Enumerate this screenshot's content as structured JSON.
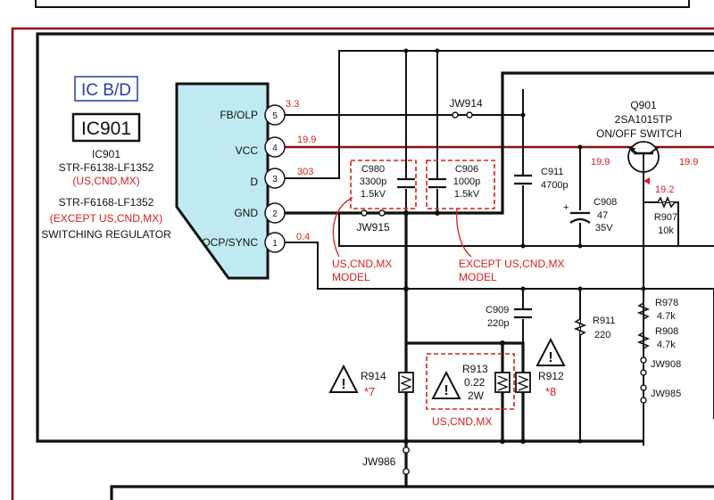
{
  "colors": {
    "accent_red": "#d42020",
    "ic_fill": "#bfeaf2",
    "frame_red": "#8a1010",
    "wire": "#111111"
  },
  "ic": {
    "board_label": "IC B/D",
    "ref": "IC901",
    "part_title": "IC901",
    "part1": "STR-F6138-LF1352",
    "part1_note": "(US,CND,MX)",
    "part2": "STR-F6168-LF1352",
    "part2_note": "(EXCEPT US,CND,MX)",
    "function": "SWITCHING REGULATOR",
    "pins": [
      {
        "num": "5",
        "name": "FB/OLP",
        "voltage": "3.3"
      },
      {
        "num": "4",
        "name": "VCC",
        "voltage": "19.9"
      },
      {
        "num": "3",
        "name": "D",
        "voltage": "303"
      },
      {
        "num": "2",
        "name": "GND",
        "voltage": ""
      },
      {
        "num": "1",
        "name": "OCP/SYNC",
        "voltage": "0.4"
      }
    ]
  },
  "components": {
    "c980": {
      "ref": "C980",
      "value": "3300p",
      "rating": "1.5kV"
    },
    "c906": {
      "ref": "C906",
      "value": "1000p",
      "rating": "1.5kV"
    },
    "c911": {
      "ref": "C911",
      "value": "4700p"
    },
    "c908": {
      "ref": "C908",
      "value": "47",
      "rating": "35V"
    },
    "q901": {
      "ref": "Q901",
      "part": "2SA1015TP",
      "function": "ON/OFF SWITCH",
      "v_left": "19.9",
      "v_right": "19.9",
      "v_base": "19.2"
    },
    "r907": {
      "ref": "R907",
      "value": "10k"
    },
    "r978": {
      "ref": "R978",
      "value": "4.7k"
    },
    "r908": {
      "ref": "R908",
      "value": "4.7k"
    },
    "c909": {
      "ref": "C909",
      "value": "220p"
    },
    "r911": {
      "ref": "R911",
      "value": "220"
    },
    "r914": {
      "ref": "R914",
      "note": "*7"
    },
    "r913": {
      "ref": "R913",
      "value": "0.22",
      "rating": "2W"
    },
    "r912": {
      "ref": "R912",
      "note": "*8"
    },
    "jw914": "JW914",
    "jw915": "JW915",
    "jw908": "JW908",
    "jw985": "JW985",
    "jw986": "JW986"
  },
  "notes": {
    "us_model_1": "US,CND,MX",
    "us_model_2": "MODEL",
    "except_model_1": "EXCEPT US,CND,MX",
    "except_model_2": "MODEL",
    "r913_group": "US,CND,MX"
  }
}
